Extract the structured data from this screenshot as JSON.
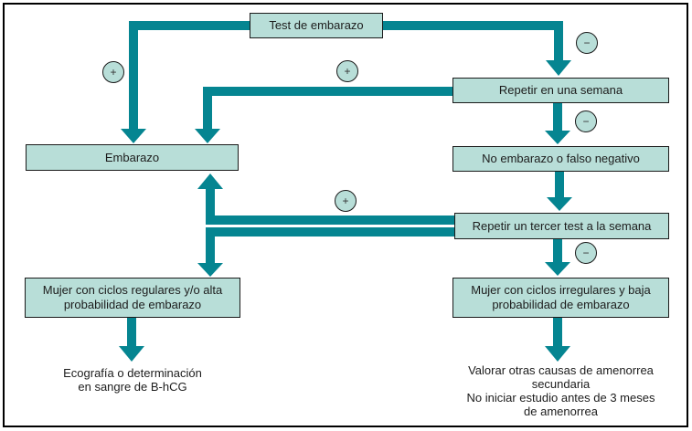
{
  "colors": {
    "arrow": "#058591",
    "box_fill": "#b8ded8",
    "box_border": "#1a1a1a",
    "text": "#1c1c1c",
    "background": "#ffffff",
    "frame_border": "#000000"
  },
  "nodes": {
    "test": {
      "label": "Test de embarazo"
    },
    "repetir1": {
      "label": "Repetir en una semana"
    },
    "embarazo": {
      "label": "Embarazo"
    },
    "no_embarazo": {
      "label": "No embarazo o falso negativo"
    },
    "repetir3": {
      "label": "Repetir un tercer test a la semana"
    },
    "mujer_regulares": {
      "line1": "Mujer con ciclos regulares y/o alta",
      "line2": "probabilidad de embarazo"
    },
    "mujer_irregulares": {
      "line1": "Mujer con ciclos irregulares y baja",
      "line2": "probabilidad de embarazo"
    }
  },
  "outcomes": {
    "left": {
      "line1": "Ecografía o determinación",
      "line2": "en sangre de B-hCG"
    },
    "right": {
      "line1": "Valorar otras causas de amenorrea",
      "line2": "secundaria",
      "line3": "No iniciar estudio antes de 3 meses",
      "line4": "de amenorrea"
    }
  },
  "badges": {
    "plus_test_to_embarazo": "+",
    "minus_test_to_repetir1": "−",
    "plus_repetir1_to_embarazo": "+",
    "minus_repetir1_to_no_embarazo": "−",
    "plus_repetir3_to_embarazo": "+",
    "minus_repetir3_to_mujer_irregulares": "−"
  }
}
